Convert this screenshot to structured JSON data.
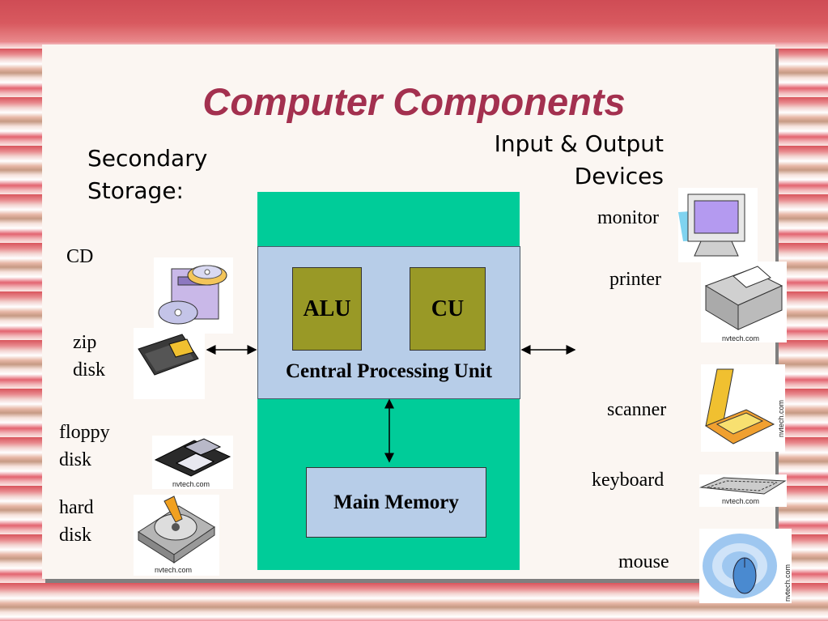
{
  "slide": {
    "title": "Computer Components",
    "secondary_storage_heading": "Secondary\nStorage:",
    "io_heading": "Input & Output\nDevices"
  },
  "cpu": {
    "label": "Central Processing Unit",
    "alu": "ALU",
    "cu": "CU"
  },
  "memory": {
    "label": "Main Memory"
  },
  "storage": [
    {
      "label": "CD",
      "icon": "cd-drive-icon"
    },
    {
      "label": "zip\ndisk",
      "icon": "zip-disk-icon"
    },
    {
      "label": "floppy\ndisk",
      "icon": "floppy-disk-icon"
    },
    {
      "label": "hard\ndisk",
      "icon": "hard-disk-icon"
    }
  ],
  "devices": [
    {
      "label": "monitor",
      "icon": "monitor-icon"
    },
    {
      "label": "printer",
      "icon": "printer-icon"
    },
    {
      "label": "scanner",
      "icon": "scanner-icon"
    },
    {
      "label": "keyboard",
      "icon": "keyboard-icon"
    },
    {
      "label": "mouse",
      "icon": "mouse-icon"
    }
  ],
  "watermarks": {
    "floppy": "nvtech.com",
    "hard": "nvtech.com",
    "printer": "nvtech.com",
    "scanner": "nvtech.com",
    "keyboard": "nvtech.com",
    "mouse": "nvtech.com"
  },
  "colors": {
    "title": "#a3304f",
    "cpu_column": "#00cc99",
    "cpu_box": "#b7cde8",
    "register": "#999926"
  }
}
